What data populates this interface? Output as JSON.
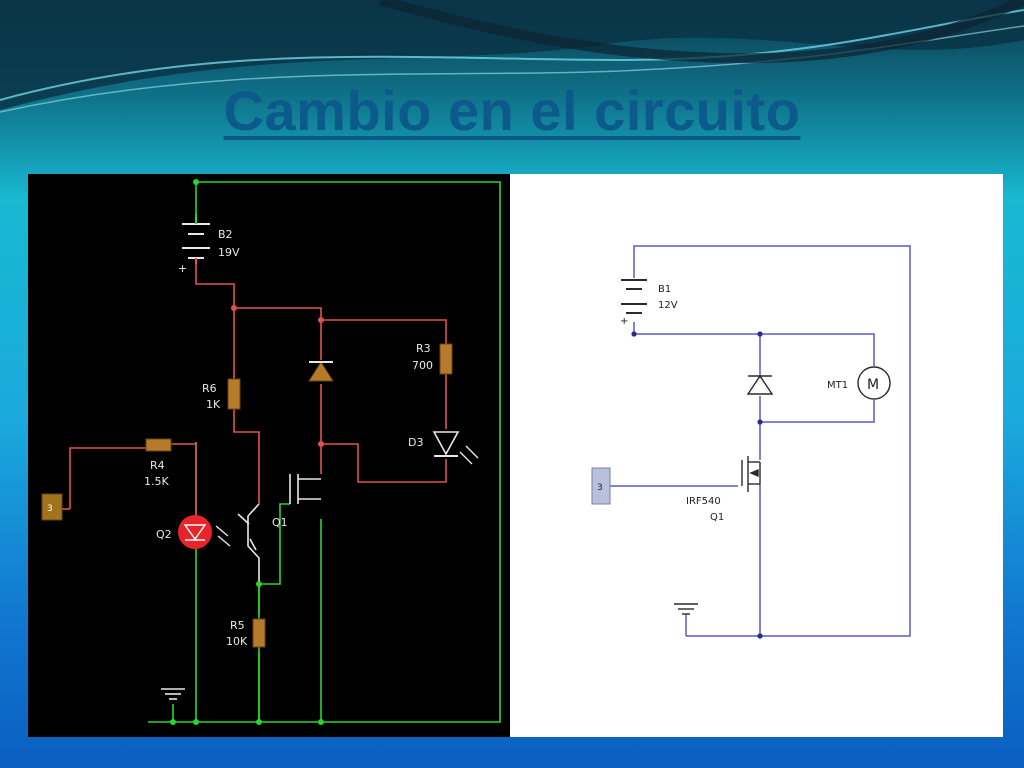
{
  "slide": {
    "title": "Cambio en el circuito"
  },
  "left_circuit": {
    "battery_name": "B2",
    "battery_value": "19V",
    "r3_name": "R3",
    "r3_value": "700",
    "r6_name": "R6",
    "r6_value": "1K",
    "r4_name": "R4",
    "r4_value": "1.5K",
    "r5_name": "R5",
    "r5_value": "10K",
    "d3_name": "D3",
    "q2_name": "Q2",
    "q1_name": "Q1",
    "input_pin": "3",
    "plus": "+"
  },
  "right_circuit": {
    "battery_name": "B1",
    "battery_value": "12V",
    "motor_name": "MT1",
    "motor_symbol": "M",
    "transistor_part": "IRF540",
    "transistor_name": "Q1",
    "input_pin": "3",
    "plus": "+"
  },
  "colors": {
    "left_ground_wire": "#2bd62b",
    "left_power_wire": "#e0524a",
    "right_wire": "#5a5ac8",
    "resistor": "#b57a2a"
  }
}
